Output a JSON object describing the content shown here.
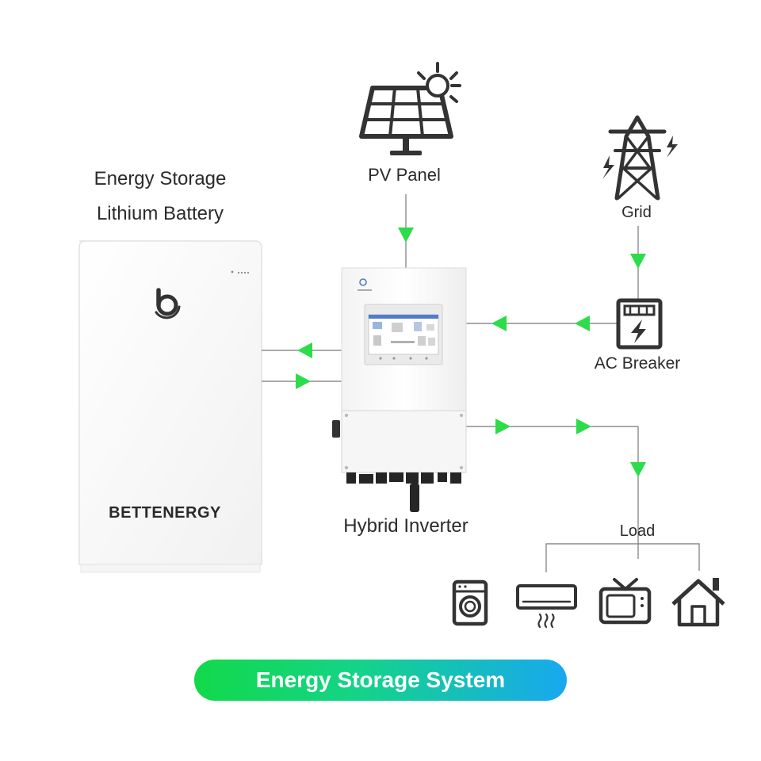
{
  "diagram": {
    "battery": {
      "title_line1": "Energy Storage",
      "title_line2": "Lithium Battery",
      "brand": "BETTENERGY"
    },
    "pv": {
      "label": "PV Panel"
    },
    "grid": {
      "label": "Grid"
    },
    "ac_breaker": {
      "label": "AC Breaker"
    },
    "inverter": {
      "label": "Hybrid Inverter"
    },
    "load": {
      "label": "Load"
    },
    "banner": {
      "text": "Energy Storage System"
    },
    "icons": [
      "solar-panel-icon",
      "sun-icon",
      "transmission-tower-icon",
      "lightning-icon",
      "breaker-icon",
      "washing-machine-icon",
      "air-conditioner-icon",
      "tv-icon",
      "house-icon",
      "logo-icon"
    ],
    "colors": {
      "arrow": "#2ddc4a",
      "line": "#777777",
      "icon": "#333333",
      "banner_start": "#12d94a",
      "banner_end": "#18a8f0"
    }
  }
}
